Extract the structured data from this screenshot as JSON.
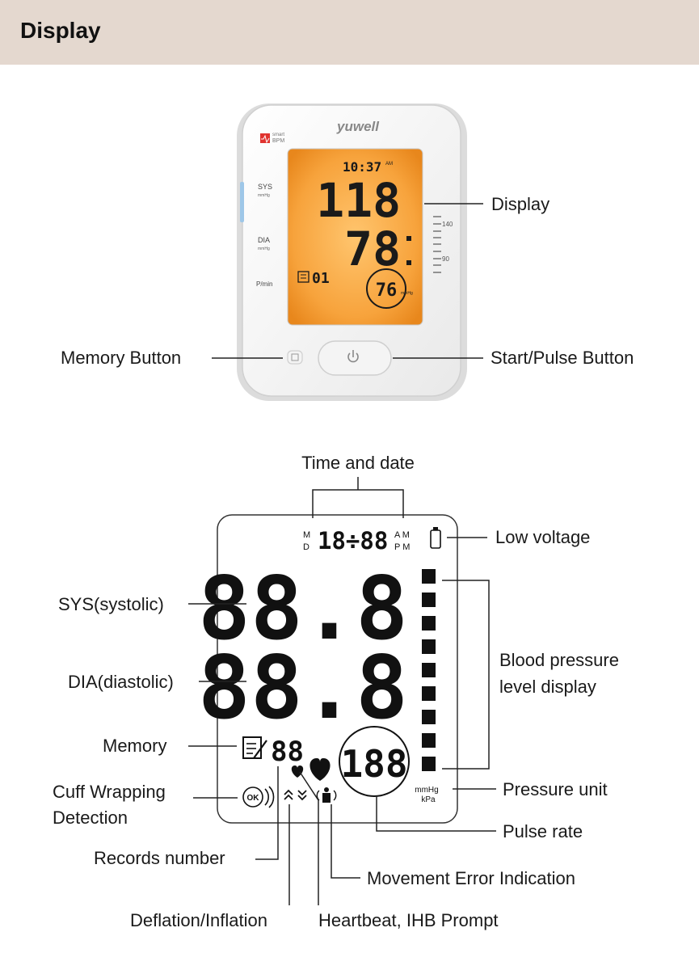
{
  "header": {
    "title": "Display"
  },
  "device": {
    "brand": "yuwell",
    "badge_line1": "smart",
    "badge_line2": "BPM",
    "side_labels": {
      "sys": "SYS",
      "sys_unit": "mmHg",
      "dia": "DIA",
      "dia_unit": "mmHg",
      "pulse": "P/min"
    },
    "screen": {
      "time": "10:37",
      "ampm": "AM",
      "sys": "118",
      "dia": "78",
      "memory": "01",
      "pulse": "76",
      "unit": "mmHg"
    },
    "scale": {
      "high": "140",
      "low": "90"
    }
  },
  "device_callouts": {
    "display": "Display",
    "memory_button": "Memory Button",
    "start_button": "Start/Pulse Button"
  },
  "lcd": {
    "md_m": "M",
    "md_d": "D",
    "time_digits": "18÷88",
    "am": "A M",
    "pm": "P M",
    "sys_digits": "88.8",
    "dia_digits": "88.8",
    "mem_digits": "88",
    "pulse_digits": "188",
    "ok": "OK",
    "unit1": "mmHg",
    "unit2": "kPa"
  },
  "lcd_callouts": {
    "time_date": "Time and date",
    "low_voltage": "Low voltage",
    "sys": "SYS(systolic)",
    "dia": "DIA(diastolic)",
    "bp_level_1": "Blood pressure",
    "bp_level_2": "level display",
    "memory": "Memory",
    "cuff_1": "Cuff Wrapping",
    "cuff_2": "Detection",
    "pressure_unit": "Pressure unit",
    "pulse_rate": "Pulse rate",
    "records_number": "Records number",
    "movement_error": "Movement Error Indication",
    "deflation_inflation": "Deflation/Inflation",
    "heartbeat": "Heartbeat, IHB Prompt"
  }
}
